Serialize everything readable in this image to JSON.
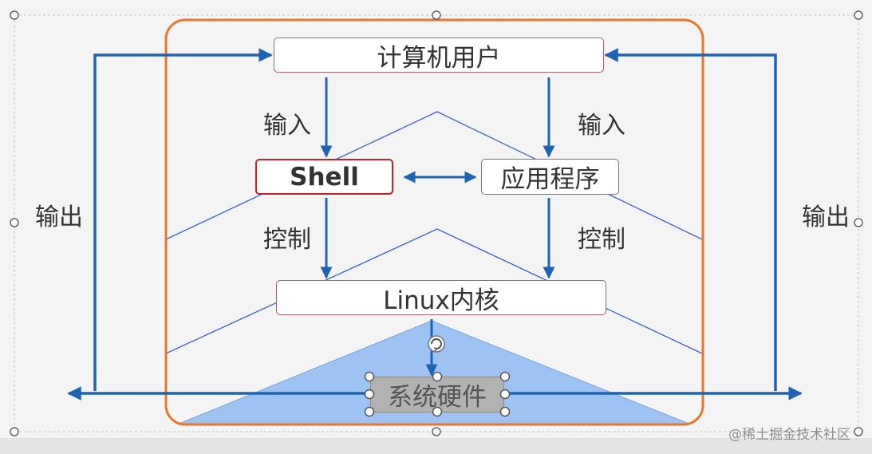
{
  "nodes": {
    "user": "计算机用户",
    "shell": "Shell",
    "app": "应用程序",
    "kernel": "Linux内核",
    "hardware": "系统硬件"
  },
  "labels": {
    "input_left": "输入",
    "input_right": "输入",
    "control_left": "控制",
    "control_right": "控制",
    "output_left": "输出",
    "output_right": "输出"
  },
  "watermark": "@稀土掘金技术社区",
  "colors": {
    "frame": "#e8772e",
    "arrow": "#1e63b4",
    "triangle": "#9ec3f2",
    "shell_border": "#c8202a",
    "node_border": "#a06070"
  }
}
